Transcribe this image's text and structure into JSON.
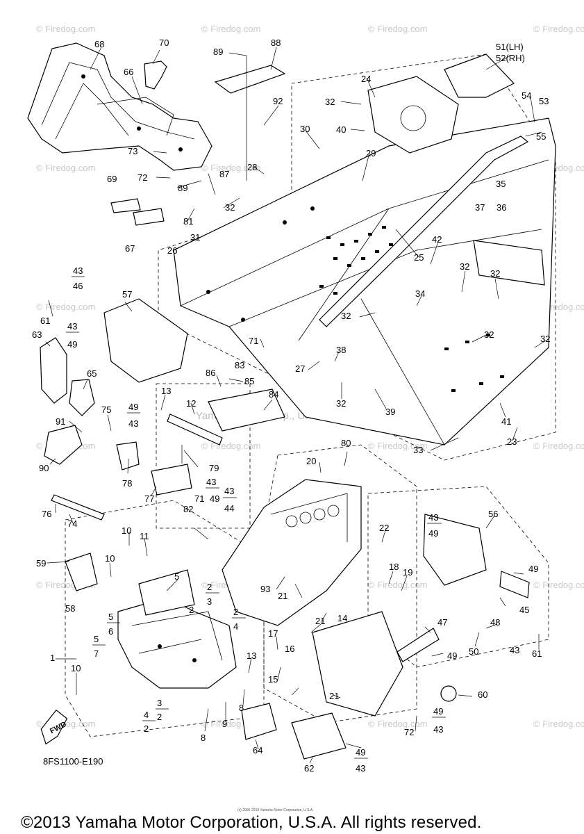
{
  "copyright": "©2013 Yamaha Motor Corporation, U.S.A. All rights reserved.",
  "diagram_code": "8FS1100-E190",
  "center_mark": "(c) 2005-2010 Yamaha Motor Corporation, U.S.A.",
  "inner_watermark": "Yamaha Motor Corp., U.S.A.",
  "site_watermark": "© Firedog.com",
  "fwd_label": "FWD",
  "callouts": [
    "1",
    "2",
    "3",
    "4",
    "5",
    "6",
    "7",
    "8",
    "9",
    "10",
    "11",
    "12",
    "13",
    "14",
    "15",
    "16",
    "17",
    "18",
    "19",
    "20",
    "21",
    "22",
    "23",
    "24",
    "25",
    "26",
    "27",
    "28",
    "29",
    "30",
    "31",
    "32",
    "33",
    "34",
    "35",
    "36",
    "37",
    "38",
    "39",
    "40",
    "41",
    "42",
    "43",
    "44",
    "45",
    "46",
    "47",
    "48",
    "49",
    "50",
    "51(LH)",
    "52(RH)",
    "53",
    "54",
    "55",
    "56",
    "57",
    "58",
    "59",
    "60",
    "61",
    "62",
    "63",
    "64",
    "65",
    "66",
    "67",
    "68",
    "69",
    "70",
    "71",
    "72",
    "73",
    "74",
    "75",
    "76",
    "77",
    "78",
    "79",
    "80",
    "81",
    "82",
    "83",
    "84",
    "85",
    "86",
    "87",
    "88",
    "89",
    "90",
    "91",
    "92",
    "93"
  ],
  "colors": {
    "line": "#000000",
    "background": "#ffffff",
    "watermark": "#c9c9c9"
  }
}
